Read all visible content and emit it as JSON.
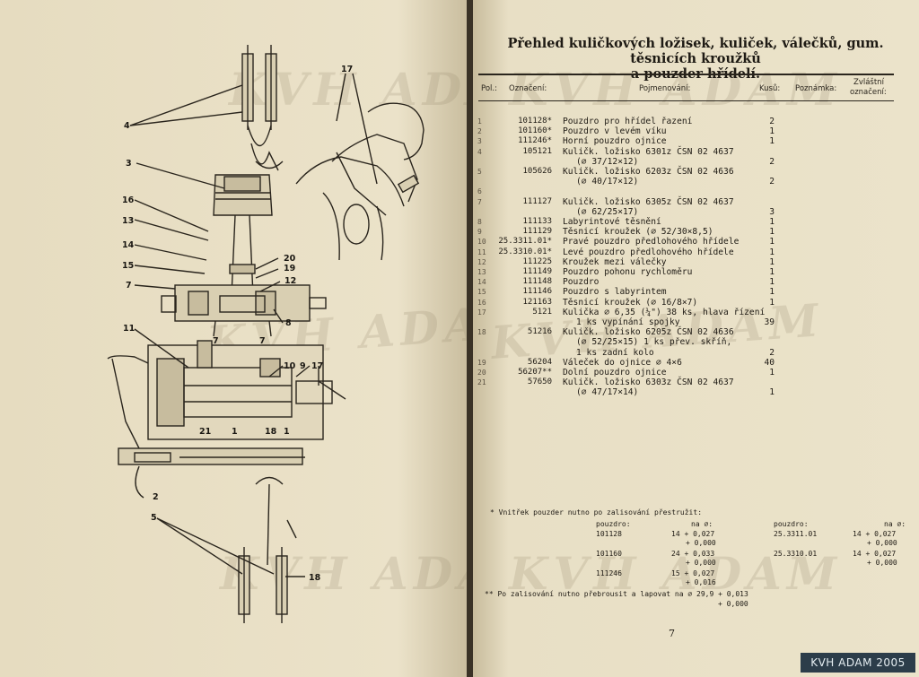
{
  "title_line1": "Přehled kuličkových ložisek, kuliček, válečků, gum. těsnicích kroužků",
  "title_line2": "a pouzder hřídelí.",
  "headers": {
    "pol": "Pol.:",
    "oznaceni": "Označení:",
    "pojmenovani": "Pojmenování:",
    "kusu": "Kusů:",
    "poznamka": "Poznámka:",
    "zvlastni1": "Zvláštní",
    "zvlastni2": "označení:"
  },
  "rows": [
    {
      "pol": "1",
      "oz": "101128*",
      "name": "Pouzdro pro hřídel řazení",
      "cnt": "2"
    },
    {
      "pol": "2",
      "oz": "101160*",
      "name": "Pouzdro v levém víku",
      "cnt": "1"
    },
    {
      "pol": "3",
      "oz": "111246*",
      "name": "Horní pouzdro ojnice",
      "cnt": "1"
    },
    {
      "pol": "4",
      "oz": "105121",
      "name": "Kuličk. ložisko 6301z ČSN 02 4637",
      "cnt": ""
    },
    {
      "pol": "",
      "oz": "",
      "name": "(∅ 37/12×12)",
      "cnt": "2",
      "indent": true
    },
    {
      "pol": "5",
      "oz": "105626",
      "name": "Kuličk. ložisko 6203z ČSN 02 4636",
      "cnt": ""
    },
    {
      "pol": "",
      "oz": "",
      "name": "(∅ 40/17×12)",
      "cnt": "2",
      "indent": true
    },
    {
      "pol": "6",
      "oz": "",
      "name": "",
      "cnt": ""
    },
    {
      "pol": "7",
      "oz": "111127",
      "name": "Kuličk. ložisko 6305z ČSN 02 4637",
      "cnt": ""
    },
    {
      "pol": "",
      "oz": "",
      "name": "(∅ 62/25×17)",
      "cnt": "3",
      "indent": true
    },
    {
      "pol": "8",
      "oz": "111133",
      "name": "Labyrintové těsnění",
      "cnt": "1"
    },
    {
      "pol": "9",
      "oz": "111129",
      "name": "Těsnicí kroužek (∅ 52/30×8,5)",
      "cnt": "1"
    },
    {
      "pol": "10",
      "oz": "25.3311.01*",
      "name": "Pravé pouzdro předlohového hřídele",
      "cnt": "1"
    },
    {
      "pol": "11",
      "oz": "25.3310.01*",
      "name": "Levé pouzdro předlohového hřídele",
      "cnt": "1"
    },
    {
      "pol": "12",
      "oz": "111225",
      "name": "Kroužek mezi válečky",
      "cnt": "1"
    },
    {
      "pol": "13",
      "oz": "111149",
      "name": "Pouzdro pohonu rychloměru",
      "cnt": "1"
    },
    {
      "pol": "14",
      "oz": "111148",
      "name": "Pouzdro",
      "cnt": "1"
    },
    {
      "pol": "15",
      "oz": "111146",
      "name": "Pouzdro s labyrintem",
      "cnt": "1"
    },
    {
      "pol": "16",
      "oz": "121163",
      "name": "Těsnicí kroužek (∅ 16/8×7)",
      "cnt": "1"
    },
    {
      "pol": "17",
      "oz": "5121",
      "name": "Kulička ∅ 6,35 (¼\") 38 ks, hlava řízení",
      "cnt": ""
    },
    {
      "pol": "",
      "oz": "",
      "name": "1 ks vypínání spojky",
      "cnt": "39",
      "indent": true
    },
    {
      "pol": "18",
      "oz": "51216",
      "name": "Kuličk. ložisko 6205z ČSN 02 4636",
      "cnt": ""
    },
    {
      "pol": "",
      "oz": "",
      "name": "(∅ 52/25×15) 1 ks přev. skříň,",
      "cnt": "",
      "indent": true
    },
    {
      "pol": "",
      "oz": "",
      "name": "1 ks zadní kolo",
      "cnt": "2",
      "indent": true
    },
    {
      "pol": "19",
      "oz": "56204",
      "name": "Váleček do ojnice ∅ 4×6",
      "cnt": "40"
    },
    {
      "pol": "20",
      "oz": "56207**",
      "name": "Dolní pouzdro ojnice",
      "cnt": "1"
    },
    {
      "pol": "21",
      "oz": "57650",
      "name": "Kuličk. ložisko 6303z ČSN 02 4637",
      "cnt": ""
    },
    {
      "pol": "",
      "oz": "",
      "name": "(∅ 47/17×14)",
      "cnt": "1",
      "indent": true
    }
  ],
  "notes": {
    "n1": "* Vnitřek pouzder nutno po zalisování přestružit:",
    "pouzdro_a": "pouzdro:",
    "na_a": "na ∅:",
    "pouzdro_b": "pouzdro:",
    "na_b": "na ∅:",
    "left_items": [
      {
        "id": "101128",
        "v": "14 + 0,027",
        "v2": "+ 0,000"
      },
      {
        "id": "101160",
        "v": "24 + 0,033",
        "v2": "+ 0,000"
      },
      {
        "id": "111246",
        "v": "15 + 0,027",
        "v2": "+ 0,016"
      }
    ],
    "right_items": [
      {
        "id": "25.3311.01",
        "v": "14 + 0,027",
        "v2": "+ 0,000"
      },
      {
        "id": "25.3310.01",
        "v": "14 + 0,027",
        "v2": "+ 0,000"
      }
    ],
    "n2": "** Po zalisování nutno přebrousit a lapovat na ∅ 29,9 + 0,013",
    "n2b": "+ 0,000"
  },
  "page_number": "7",
  "watermark": "KVH ADAM",
  "badge": "KVH ADAM 2005",
  "diagram_labels": [
    "17",
    "4",
    "3",
    "16",
    "13",
    "14",
    "15",
    "7",
    "20",
    "19",
    "12",
    "11",
    "7",
    "7",
    "8",
    "10",
    "9",
    "17",
    "21",
    "1",
    "18",
    "1",
    "2",
    "5",
    "18"
  ]
}
